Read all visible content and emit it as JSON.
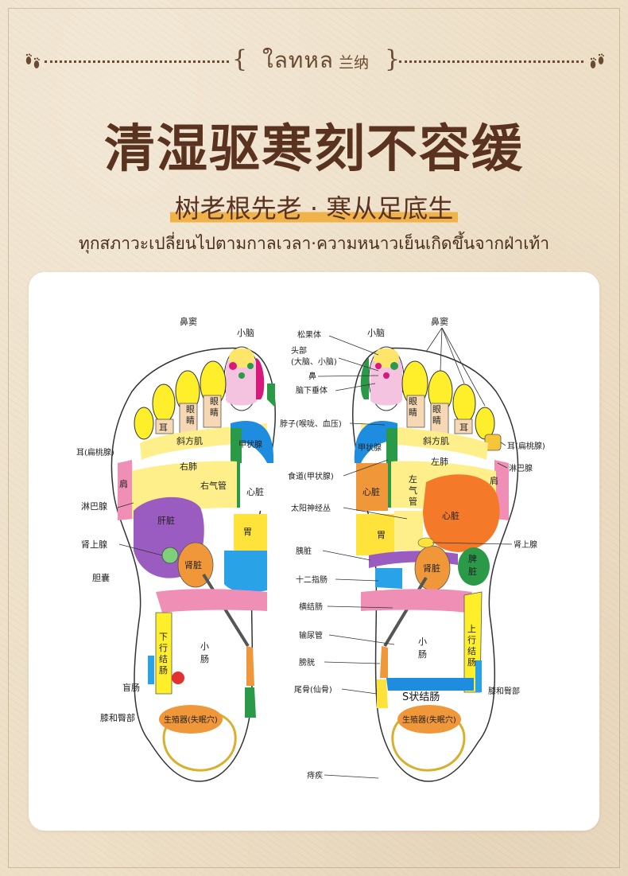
{
  "header": {
    "brand_thai": "ใลทหล",
    "brand_cn": "兰纳",
    "left_icon": "footprints-icon",
    "right_icon": "footprints-icon"
  },
  "title": "清湿驱寒刻不容缓",
  "subtitle": "树老根先老 · 寒从足底生",
  "thai_line": "ทุกสภาวะเปลี่ยนไปตามกาลเวลา·ความหนาวเย็นเกิดขึ้นจากฝ่าเท้า",
  "colors": {
    "background": "#eee0c8",
    "title": "#5a3220",
    "highlight": "#f0b24a"
  },
  "left_foot": {
    "outer_labels": {
      "sinus": "鼻窦",
      "cerebellum": "小脑",
      "ear_tonsil": "耳(扁桃腺)",
      "lymph": "淋巴腺",
      "adrenal": "肾上腺",
      "gallbladder": "胆囊",
      "rectum": "盲肠",
      "knee_hip": "膝和臀部"
    },
    "zones": {
      "eye1": "眼",
      "eye1b": "睛",
      "eye2": "眼",
      "eye2b": "睛",
      "ear": "耳",
      "trapezius": "斜方肌",
      "right_lung": "右肺",
      "right_bronchus": "右气管",
      "shoulder": "肩",
      "thyroid": "甲状腺",
      "heart": "心脏",
      "liver": "肝脏",
      "stomach": "胃",
      "kidney": "肾脏",
      "ascending_colon_1": "下",
      "ascending_colon_2": "行",
      "ascending_colon_3": "结",
      "ascending_colon_4": "肠",
      "small_intestine_1": "小",
      "small_intestine_2": "肠",
      "genitals": "生殖器(失眠穴)"
    }
  },
  "right_foot": {
    "inner_labels": {
      "pineal": "松果体",
      "head_1": "头部",
      "head_2": "(大脑、小脑)",
      "nose": "鼻",
      "pituitary": "脑下垂体",
      "neck": "脖子(喉咙、血压)",
      "esophagus": "食道(甲状腺)",
      "solar_plexus": "太阳神经丛",
      "pancreas": "胰脏",
      "duodenum": "十二指肠",
      "transverse_colon": "横结肠",
      "ureter": "输尿管",
      "bladder": "膀胱",
      "coccyx": "尾骨(仙骨)",
      "hemorrhoid": "痔疾"
    },
    "outer_labels": {
      "sinus": "鼻窦",
      "cerebellum": "小脑",
      "ear_tonsil": "耳(扁桃腺)",
      "lymph": "淋巴腺",
      "adrenal": "肾上腺",
      "knee_hip": "膝和臀部"
    },
    "zones": {
      "eye1": "眼",
      "eye1b": "睛",
      "eye2": "眼",
      "eye2b": "睛",
      "ear": "耳",
      "trapezius": "斜方肌",
      "thyroid": "甲状腺",
      "left_lung": "左肺",
      "heart": "心脏",
      "left_bronchus_1": "左",
      "left_bronchus_2": "气",
      "left_bronchus_3": "管",
      "stomach": "胃",
      "shoulder": "肩",
      "spleen_1": "脾",
      "spleen_2": "脏",
      "kidney": "肾脏",
      "small_intestine_1": "小",
      "small_intestine_2": "肠",
      "descending_colon_1": "上",
      "descending_colon_2": "行",
      "descending_colon_3": "结",
      "descending_colon_4": "肠",
      "s_colon": "S状结肠",
      "genitals": "生殖器(失眠穴)"
    }
  }
}
